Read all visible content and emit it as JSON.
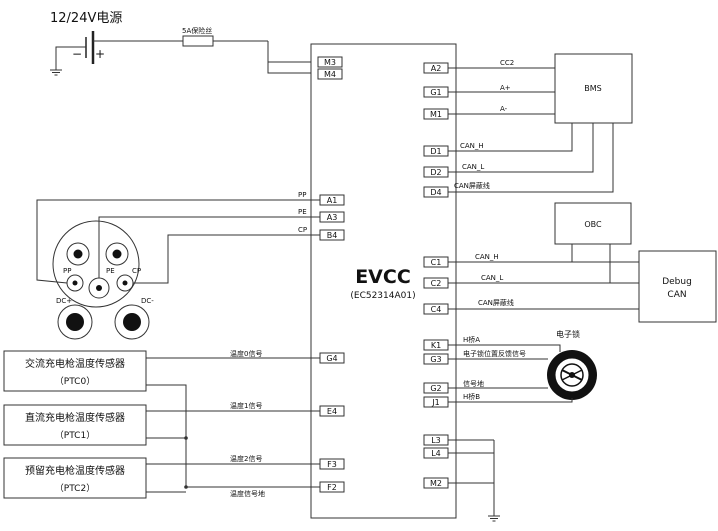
{
  "supply": {
    "label": "12/24V电源",
    "minus": "−",
    "plus": "+"
  },
  "fuse": {
    "label": "5A保险丝"
  },
  "controller": {
    "title": "EVCC",
    "part_number": "(EC52314A01)"
  },
  "left_pins": {
    "m3": "M3",
    "m4": "M4",
    "a1": "A1",
    "a3": "A3",
    "b4": "B4",
    "g4": "G4",
    "e4": "E4",
    "f3": "F3",
    "f2": "F2"
  },
  "right_pins": {
    "a2": "A2",
    "g1": "G1",
    "m1": "M1",
    "d1": "D1",
    "d2": "D2",
    "d4": "D4",
    "c1": "C1",
    "c2": "C2",
    "c4": "C4",
    "k1": "K1",
    "g3": "G3",
    "g2": "G2",
    "j1": "J1",
    "l3": "L3",
    "l4": "L4",
    "m2": "M2"
  },
  "signals": {
    "cc2": "CC2",
    "a_plus": "A+",
    "a_minus": "A-",
    "can_h_bms": "CAN_H",
    "can_l_bms": "CAN_L",
    "can_shield_bms": "CAN屏蔽线",
    "pp": "PP",
    "pe": "PE",
    "cp": "CP",
    "can_h_obc": "CAN_H",
    "can_l_obc": "CAN_L",
    "can_shield_debug": "CAN屏蔽线",
    "temp0": "温度0信号",
    "temp1": "温度1信号",
    "temp2": "温度2信号",
    "temp_gnd": "温度信号地",
    "h_bridge_a": "H桥A",
    "lock_feedback": "电子锁位置反馈信号",
    "signal_gnd": "信号地",
    "h_bridge_b": "H桥B"
  },
  "modules": {
    "bms": "BMS",
    "obc": "OBC",
    "debug_line1": "Debug",
    "debug_line2": "CAN",
    "e_lock": "电子锁"
  },
  "connector": {
    "pp": "PP",
    "pe": "PE",
    "cp": "CP",
    "dc_plus": "DC+",
    "dc_minus": "DC-"
  },
  "sensors": [
    {
      "line1": "交流充电枪温度传感器",
      "line2": "（PTC0）"
    },
    {
      "line1": "直流充电枪温度传感器",
      "line2": "（PTC1）"
    },
    {
      "line1": "预留充电枪温度传感器",
      "line2": "（PTC2）"
    }
  ]
}
